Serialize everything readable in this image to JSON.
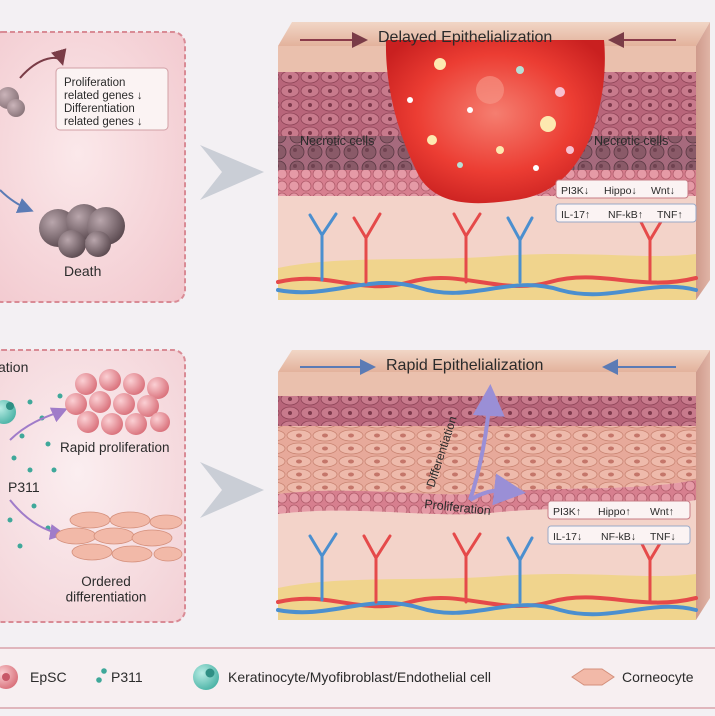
{
  "top_panel": {
    "proliferation_genes": "Proliferation\nrelated genes ↓",
    "differentiation_genes": "Differentiation\nrelated genes ↓",
    "death_label": "Death"
  },
  "top_block": {
    "title": "Delayed Epithelialization",
    "necrotic_left": "Necrotic cells",
    "necrotic_right": "Necrotic cells",
    "markers_row1": [
      "PI3K↓",
      "Hippo↓",
      "Wnt↓"
    ],
    "markers_row2": [
      "IL-17↑",
      "NF-kB↑",
      "TNF↑"
    ]
  },
  "bottom_panel": {
    "partial_title": "ation",
    "rapid_proliferation": "Rapid proliferation",
    "p311_label": "P311",
    "ordered_differentiation": "Ordered\ndifferentiation"
  },
  "bottom_block": {
    "title": "Rapid Epithelialization",
    "differentiation_arrow": "Differentiation",
    "proliferation_arrow": "Proliferation",
    "markers_row1": [
      "PI3K↑",
      "Hippo↑",
      "Wnt↑"
    ],
    "markers_row2": [
      "IL-17↓",
      "NF-kB↓",
      "TNF↓"
    ]
  },
  "legend": {
    "items": [
      {
        "label": "EpSC",
        "icon": "epsc-icon"
      },
      {
        "label": "P311",
        "icon": "p311-icon"
      },
      {
        "label": "Keratinocyte/Myofibroblast/Endothelial cell",
        "icon": "keratinocyte-icon"
      },
      {
        "label": "Corneocyte",
        "icon": "corneocyte-icon"
      }
    ]
  },
  "colors": {
    "panel_pink": "#f7dde0",
    "panel_border": "#d98b95",
    "wound_red": "#e8382f",
    "skin_top": "#e9b8a3",
    "dermis": "#f3d3c9",
    "artery": "#e54a4a",
    "vein": "#4b8fcf",
    "fat": "#f0d48d",
    "arrow_grey": "#b9c0cb",
    "marker_up": "#d62b2b",
    "marker_down": "#3a3a3a"
  }
}
